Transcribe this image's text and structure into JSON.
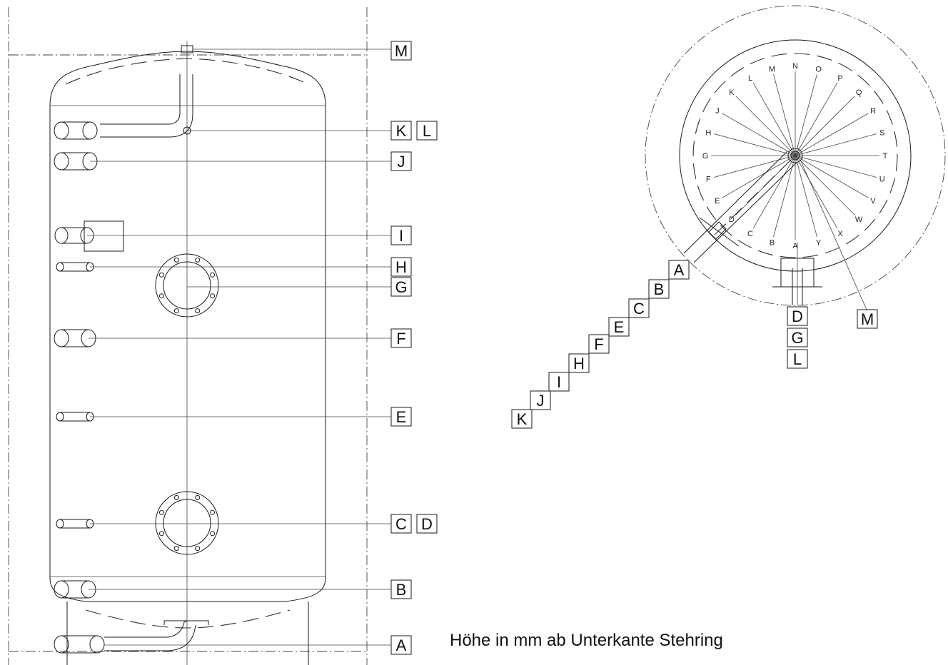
{
  "caption": "Höhe in mm ab Unterkante Stehring",
  "side_view": {
    "labels": [
      {
        "id": "M",
        "text": "M"
      },
      {
        "id": "K",
        "text": "K"
      },
      {
        "id": "L",
        "text": "L"
      },
      {
        "id": "J",
        "text": "J"
      },
      {
        "id": "I",
        "text": "I"
      },
      {
        "id": "H",
        "text": "H"
      },
      {
        "id": "G",
        "text": "G"
      },
      {
        "id": "F",
        "text": "F"
      },
      {
        "id": "E",
        "text": "E"
      },
      {
        "id": "C",
        "text": "C"
      },
      {
        "id": "D",
        "text": "D"
      },
      {
        "id": "B",
        "text": "B"
      },
      {
        "id": "A",
        "text": "A"
      }
    ]
  },
  "top_view": {
    "ring_letters": [
      "N",
      "O",
      "P",
      "Q",
      "R",
      "S",
      "T",
      "U",
      "V",
      "W",
      "X",
      "Y",
      "A",
      "B",
      "C",
      "D",
      "E",
      "F",
      "G",
      "H",
      "J",
      "K",
      "L",
      "M"
    ],
    "stair_labels": [
      "A",
      "B",
      "C",
      "E",
      "F",
      "H",
      "I",
      "J",
      "K"
    ],
    "stack_labels": [
      "D",
      "G",
      "L"
    ],
    "m_label": "M"
  }
}
